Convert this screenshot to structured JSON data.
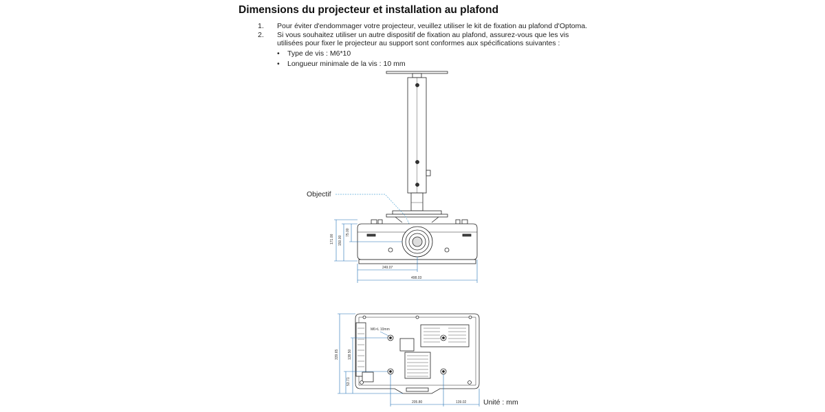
{
  "doc": {
    "title": "Dimensions du projecteur et installation au plafond",
    "steps": [
      {
        "num": "1.",
        "text": "Pour éviter d'endommager votre projecteur, veuillez utiliser le kit de fixation au plafond d'Optoma."
      },
      {
        "num": "2.",
        "text": "Si vous souhaitez utiliser un autre dispositif de fixation au plafond, assurez-vous que les vis utilisées pour fixer le projecteur au support sont conformes aux spécifications suivantes :"
      }
    ],
    "specs": [
      {
        "bullet": "•",
        "text": "Type de vis : M6*10"
      },
      {
        "bullet": "•",
        "text": "Longueur minimale de la vis : 10 mm"
      }
    ]
  },
  "figure": {
    "objectif_label": "Objectif",
    "unit_label": "Unité : mm",
    "front_dims": {
      "height_total": "171.00",
      "height_inner": "150.00",
      "lens_height": "75.00",
      "lens_offset": "249.07",
      "width_total": "498.03"
    },
    "bottom_dims": {
      "depth_total": "339.65",
      "depth_mid": "138.50",
      "depth_low": "53.71",
      "screw_label": "M6×L 10mm",
      "width_a": "205.80",
      "width_b": "139.02"
    },
    "colors": {
      "dimension_line": "#1f6fb5",
      "drawing": "#222222"
    }
  }
}
